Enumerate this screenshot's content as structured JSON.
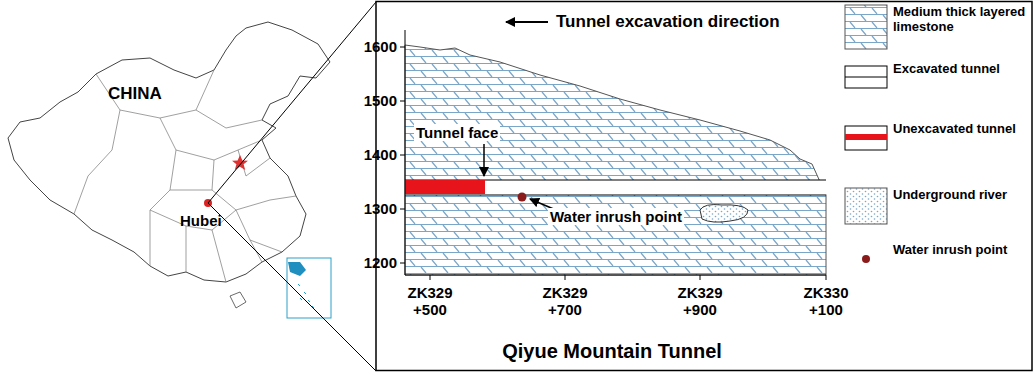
{
  "diagram": {
    "labels": [
      "CHINA",
      "Hubei",
      "Tunnel excavation direction",
      "Tunnel face",
      "Water inrush point",
      "1600",
      "1500",
      "1400",
      "1300",
      "1200",
      "ZK329 +500",
      "ZK329 +700",
      "ZK329 +900",
      "ZK330 +100",
      "Qiyue Mountain Tunnel"
    ],
    "legend": [
      {
        "text": "Medium thick layered limestone"
      },
      {
        "text": "Excavated tunnel"
      },
      {
        "text": "Unexcavated tunnel"
      },
      {
        "text": "Underground river"
      },
      {
        "text": "Water inrush point"
      }
    ]
  }
}
